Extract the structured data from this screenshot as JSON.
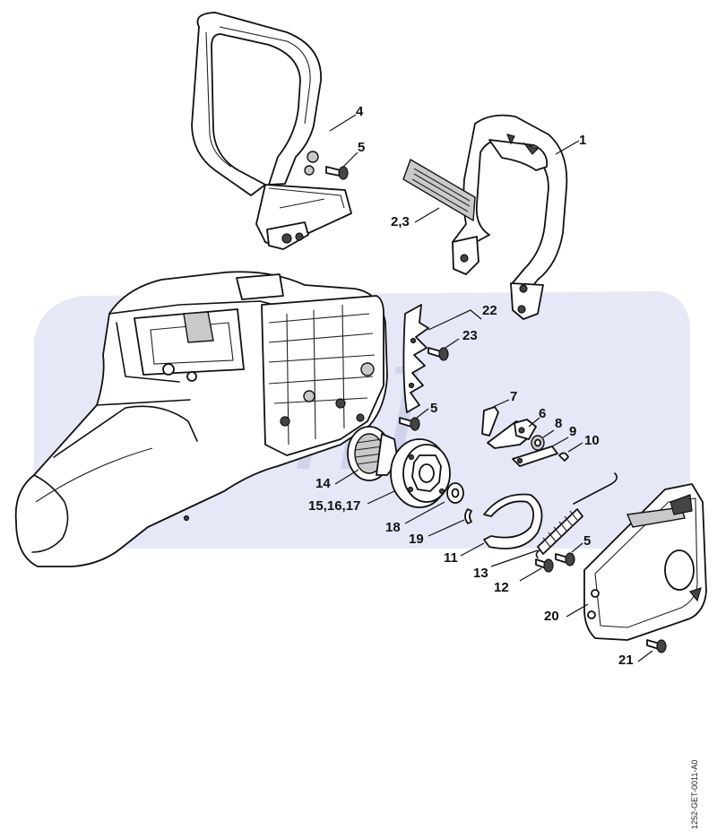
{
  "diagram": {
    "watermark_text": "Stihl",
    "document_id": "1252-GET-0011-A0",
    "callouts": [
      {
        "id": "c1",
        "label": "1"
      },
      {
        "id": "c23a",
        "label": "2,3"
      },
      {
        "id": "c4",
        "label": "4"
      },
      {
        "id": "c5a",
        "label": "5"
      },
      {
        "id": "c5b",
        "label": "5"
      },
      {
        "id": "c5c",
        "label": "5"
      },
      {
        "id": "c6",
        "label": "6"
      },
      {
        "id": "c7",
        "label": "7"
      },
      {
        "id": "c8",
        "label": "8"
      },
      {
        "id": "c9",
        "label": "9"
      },
      {
        "id": "c10",
        "label": "10"
      },
      {
        "id": "c11",
        "label": "11"
      },
      {
        "id": "c12",
        "label": "12"
      },
      {
        "id": "c13",
        "label": "13"
      },
      {
        "id": "c14",
        "label": "14"
      },
      {
        "id": "c151617",
        "label": "15,16,17"
      },
      {
        "id": "c18",
        "label": "18"
      },
      {
        "id": "c19",
        "label": "19"
      },
      {
        "id": "c20",
        "label": "20"
      },
      {
        "id": "c21",
        "label": "21"
      },
      {
        "id": "c22",
        "label": "22"
      },
      {
        "id": "c23",
        "label": "23"
      }
    ]
  }
}
